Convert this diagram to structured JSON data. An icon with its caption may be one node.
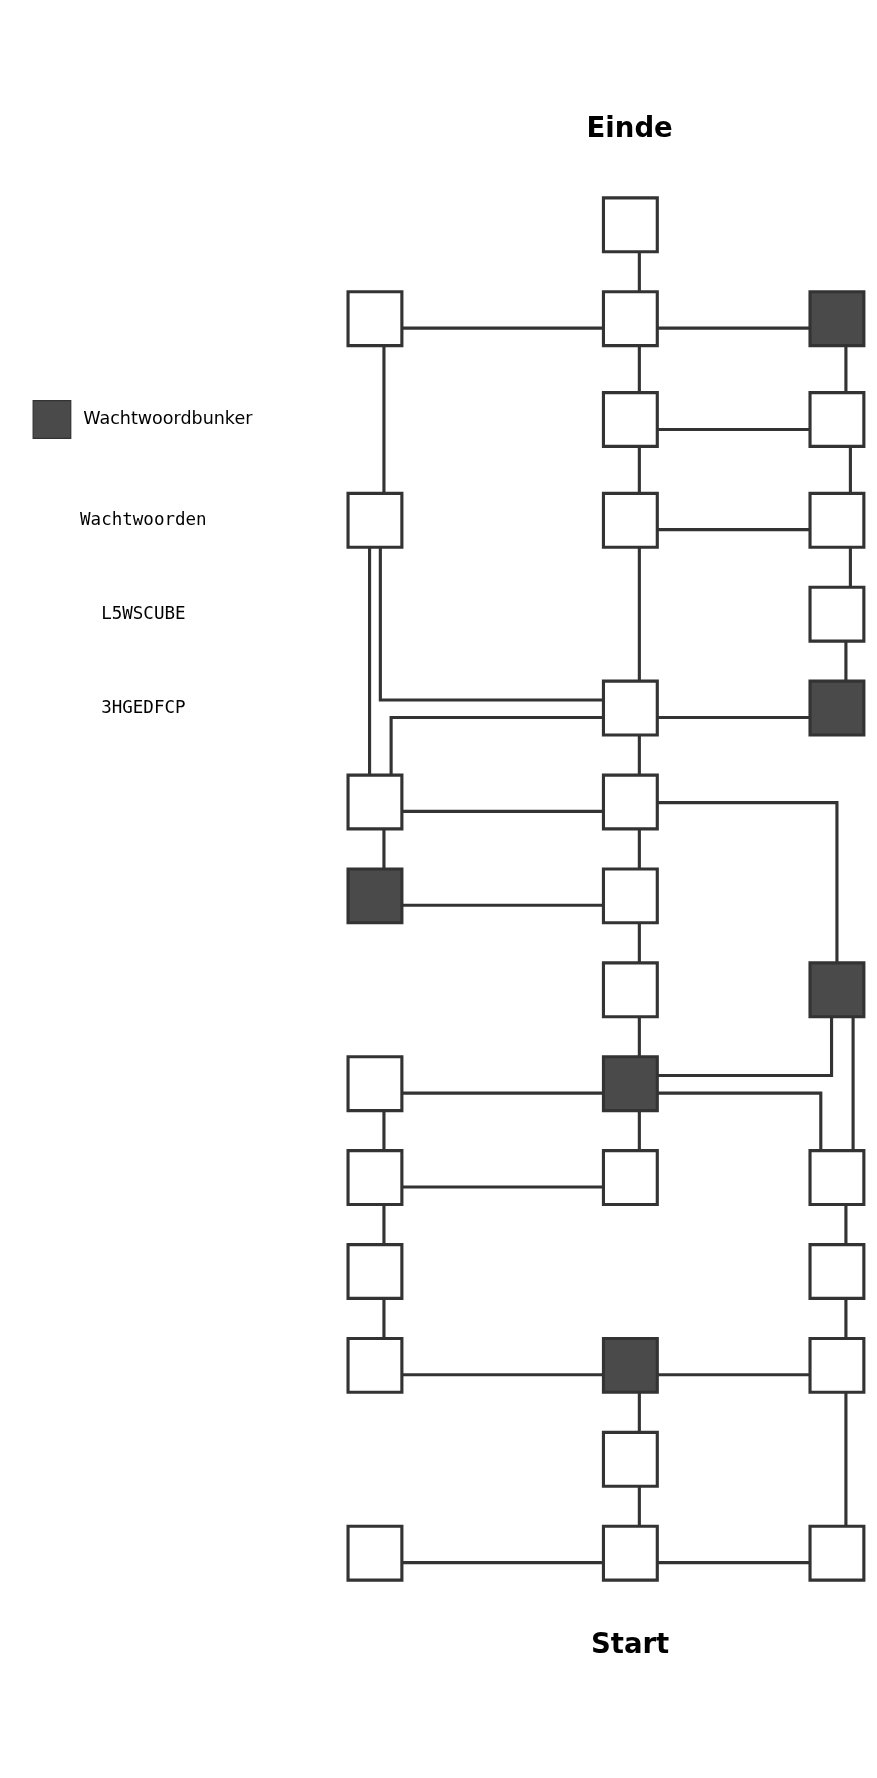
{
  "diagram": {
    "nodes": [
      {
        "text": [],
        "shape": "box",
        "beside": [
          "Einde"
        ]
      },
      {
        "text": [],
        "shape": "box"
      },
      {
        "text": [],
        "shape": "box"
      },
      {
        "text": [],
        "shape": "box"
      },
      {
        "text": [],
        "shape": "box"
      },
      {
        "text": [],
        "shape": "box"
      },
      {
        "text": [],
        "shape": "box"
      },
      {
        "text": [],
        "shape": "box"
      },
      {
        "text": [],
        "shape": "box"
      },
      {
        "text": [],
        "shape": "box"
      },
      {
        "text": [],
        "shape": "box"
      },
      {
        "text": [],
        "shape": "box"
      },
      {
        "text": [],
        "shape": "box"
      },
      {
        "text": [],
        "shape": "box"
      },
      {
        "text": [],
        "shape": "box"
      },
      {
        "text": [],
        "shape": "box"
      },
      {
        "text": [],
        "shape": "box"
      },
      {
        "text": [],
        "shape": "box"
      },
      {
        "text": [],
        "shape": "box"
      },
      {
        "text": [],
        "shape": "box"
      },
      {
        "text": [],
        "shape": "box"
      },
      {
        "text": [],
        "shape": "box"
      },
      {
        "text": [],
        "shape": "box"
      },
      {
        "text": [],
        "shape": "box"
      },
      {
        "text": [],
        "shape": "box"
      },
      {
        "text": [],
        "shape": "box"
      },
      {
        "text": [],
        "shape": "box"
      },
      {
        "text": [],
        "shape": "box"
      },
      {
        "text": [],
        "shape": "box"
      },
      {
        "text": [],
        "shape": "box"
      },
      {
        "text": [],
        "shape": "box",
        "beside": [
          "Start"
        ]
      },
      {
        "text": [],
        "shape": "box"
      }
    ],
    "edges": [
      {
        "from": 0,
        "to": 2,
        "arrow": "none"
      },
      {
        "from": 1,
        "to": 2,
        "arrow": "none"
      },
      {
        "from": 2,
        "to": 3,
        "arrow": "none"
      },
      {
        "from": 1,
        "to": 6,
        "arrow": "none"
      },
      {
        "from": 2,
        "to": 4,
        "arrow": "none"
      },
      {
        "from": 3,
        "to": 5,
        "arrow": "none"
      },
      {
        "from": 4,
        "to": 5,
        "arrow": "none"
      },
      {
        "from": 4,
        "to": 7,
        "arrow": "none"
      },
      {
        "from": 5,
        "to": 8,
        "arrow": "none"
      },
      {
        "from": 7,
        "to": 8,
        "arrow": "none"
      },
      {
        "from": 6,
        "to": 12,
        "arrow": "none"
      },
      {
        "from": 6,
        "to": 10,
        "arrow": "none"
      },
      {
        "from": 10,
        "to": 12,
        "arrow": "none"
      },
      {
        "from": 7,
        "to": 10,
        "arrow": "none"
      },
      {
        "from": 8,
        "to": 9,
        "arrow": "none"
      },
      {
        "from": 9,
        "to": 11,
        "arrow": "none"
      },
      {
        "from": 10,
        "to": 11,
        "arrow": "none"
      },
      {
        "from": 10,
        "to": 13,
        "arrow": "none"
      },
      {
        "from": 12,
        "to": 13,
        "arrow": "none"
      },
      {
        "from": 12,
        "to": 14,
        "arrow": "none"
      },
      {
        "from": 13,
        "to": 15,
        "arrow": "none"
      },
      {
        "from": 13,
        "to": 17,
        "arrow": "none"
      },
      {
        "from": 14,
        "to": 15,
        "arrow": "none"
      },
      {
        "from": 15,
        "to": 16,
        "arrow": "none"
      },
      {
        "from": 16,
        "to": 19,
        "arrow": "none"
      },
      {
        "from": 17,
        "to": 19,
        "arrow": "none"
      },
      {
        "from": 17,
        "to": 22,
        "arrow": "none"
      },
      {
        "from": 19,
        "to": 22,
        "arrow": "none"
      },
      {
        "from": 18,
        "to": 19,
        "arrow": "none"
      },
      {
        "from": 18,
        "to": 20,
        "arrow": "none"
      },
      {
        "from": 19,
        "to": 21,
        "arrow": "none"
      },
      {
        "from": 20,
        "to": 21,
        "arrow": "none"
      },
      {
        "from": 20,
        "to": 23,
        "arrow": "none"
      },
      {
        "from": 22,
        "to": 24,
        "arrow": "none"
      },
      {
        "from": 23,
        "to": 25,
        "arrow": "none"
      },
      {
        "from": 24,
        "to": 27,
        "arrow": "none"
      },
      {
        "from": 25,
        "to": 26,
        "arrow": "none"
      },
      {
        "from": 26,
        "to": 27,
        "arrow": "none"
      },
      {
        "from": 26,
        "to": 28,
        "arrow": "none"
      },
      {
        "from": 27,
        "to": 31,
        "arrow": "none"
      },
      {
        "from": 28,
        "to": 30,
        "arrow": "none"
      },
      {
        "from": 29,
        "to": 30,
        "arrow": "none"
      },
      {
        "from": 30,
        "to": 31,
        "arrow": "none"
      }
    ],
    "labels": [
      "Wachtwoorden",
      "L5WSCUBE",
      "3HGEDFCP"
    ],
    "legend": [
      {
        "text": "Wachtwoordbunker"
      }
    ]
  }
}
